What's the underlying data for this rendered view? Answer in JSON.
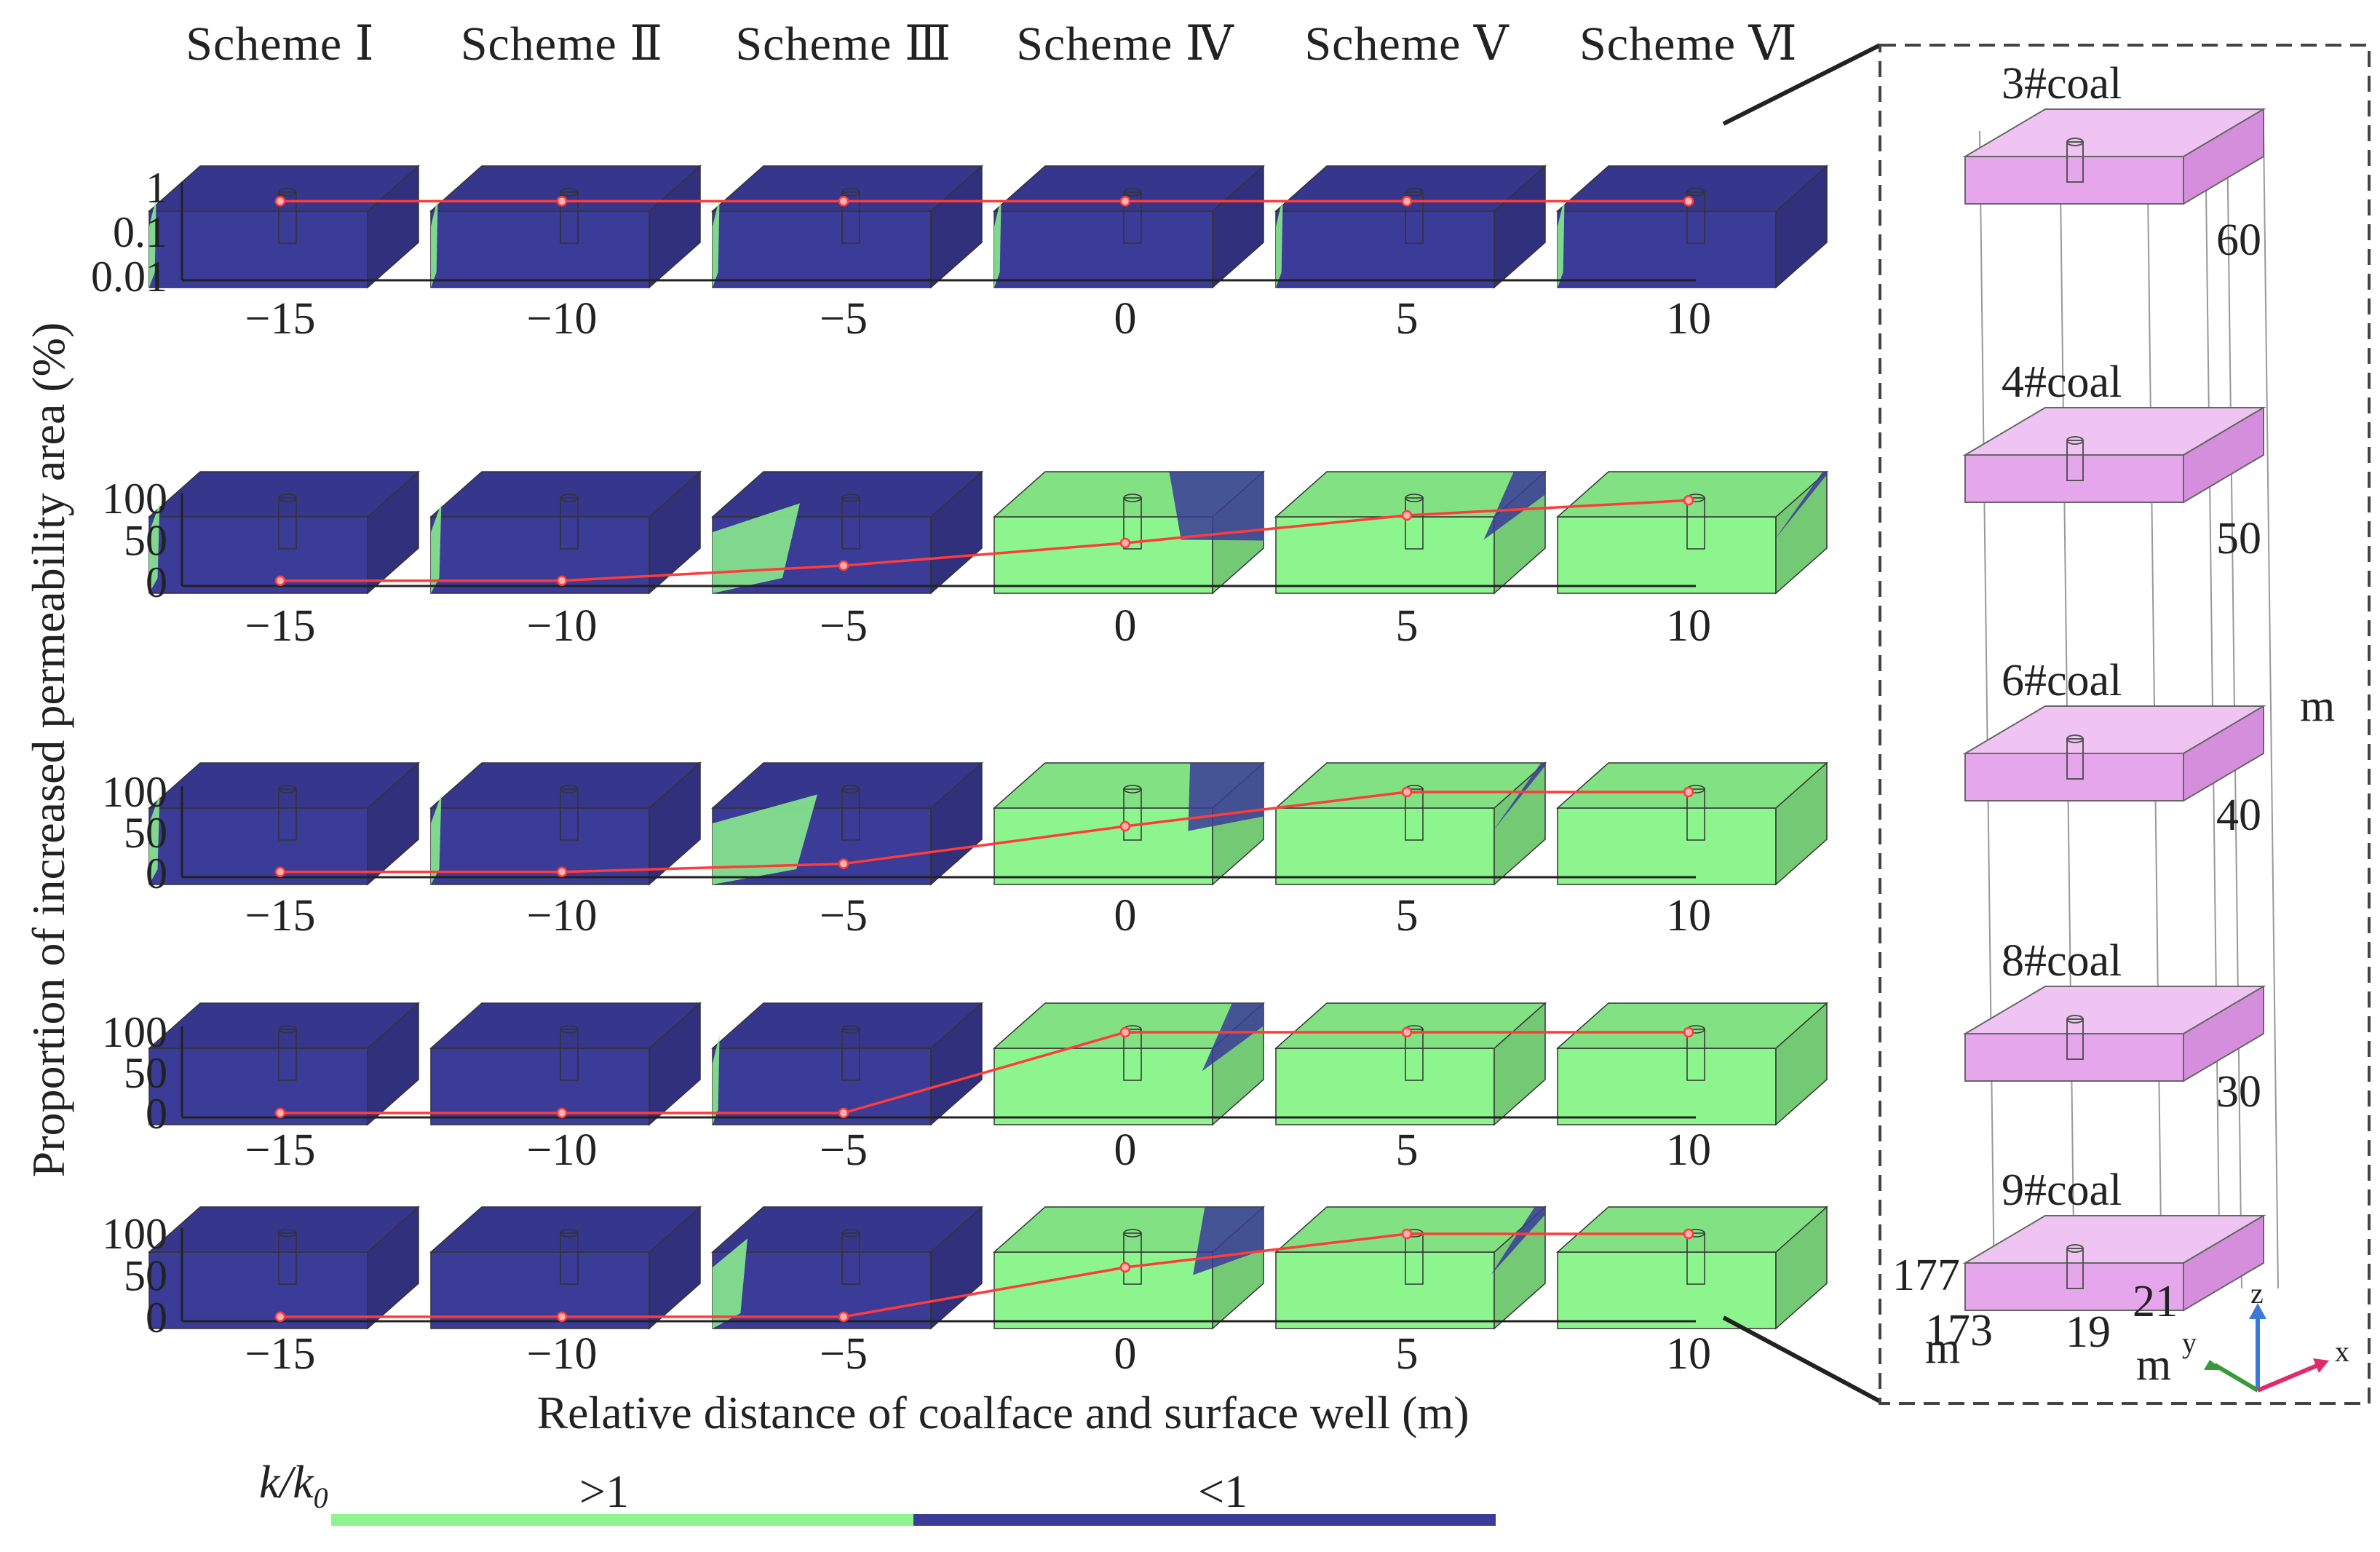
{
  "chart_data": {
    "type": "line",
    "schemes": [
      "Scheme Ⅰ",
      "Scheme Ⅱ",
      "Scheme Ⅲ",
      "Scheme Ⅳ",
      "Scheme Ⅴ",
      "Scheme Ⅵ"
    ],
    "x": [
      -15,
      -10,
      -5,
      0,
      5,
      10
    ],
    "x_tick_labels": [
      "−15",
      "−10",
      "−5",
      "0",
      "5",
      "10"
    ],
    "xlabel": "Relative distance of coalface and surface well (m)",
    "ylabel": "Proportion of increased permeability area (%)",
    "rows": [
      {
        "seam": "3#coal",
        "y_scale": "log",
        "ylim": [
          0.01,
          1
        ],
        "y_ticks": [
          "1",
          "0.1",
          "0.01"
        ],
        "values": [
          0.5,
          0.5,
          0.5,
          0.5,
          0.5,
          0.5
        ],
        "green_fraction": [
          0.02,
          0.02,
          0.02,
          0.02,
          0.02,
          0.02
        ]
      },
      {
        "seam": "4#coal",
        "y_scale": "linear",
        "ylim": [
          0,
          100
        ],
        "y_ticks": [
          "100",
          "50",
          "0"
        ],
        "values": [
          2,
          2,
          20,
          47,
          80,
          98
        ],
        "green_fraction": [
          0.03,
          0.03,
          0.25,
          0.55,
          0.85,
          0.98
        ]
      },
      {
        "seam": "6#coal",
        "y_scale": "linear",
        "ylim": [
          0,
          100
        ],
        "y_ticks": [
          "100",
          "50",
          "0"
        ],
        "values": [
          2,
          2,
          12,
          58,
          100,
          100
        ],
        "green_fraction": [
          0.03,
          0.03,
          0.3,
          0.65,
          0.98,
          1.0
        ]
      },
      {
        "seam": "8#coal",
        "y_scale": "linear",
        "ylim": [
          0,
          100
        ],
        "y_ticks": [
          "100",
          "50",
          "0"
        ],
        "values": [
          1,
          1,
          1,
          100,
          100,
          100
        ],
        "green_fraction": [
          0.0,
          0.0,
          0.02,
          0.85,
          1.0,
          1.0
        ]
      },
      {
        "seam": "9#coal",
        "y_scale": "linear",
        "ylim": [
          0,
          100
        ],
        "y_ticks": [
          "100",
          "50",
          "0"
        ],
        "values": [
          1,
          1,
          1,
          60,
          100,
          100
        ],
        "green_fraction": [
          0.0,
          0.0,
          0.1,
          0.72,
          0.95,
          1.0
        ]
      }
    ],
    "colors": {
      "increase": "#8df58d",
      "decrease": "#3b3b98",
      "line": "#ff3b3b",
      "seam_box": "#e6a6ec"
    },
    "legend": {
      "label": "k/k",
      "subscript": "0",
      "increase": ">1",
      "decrease": "<1"
    }
  },
  "model_panel": {
    "seams": [
      "3#coal",
      "4#coal",
      "6#coal",
      "8#coal",
      "9#coal"
    ],
    "height_ticks": [
      "60",
      "50",
      "40",
      "30"
    ],
    "height_unit": "m",
    "base_labels": {
      "a1": "177",
      "a2": "173",
      "a_unit": "m",
      "b1": "19",
      "b2": "21",
      "b_unit": "m"
    },
    "axes": {
      "x": "x",
      "y": "y",
      "z": "z"
    }
  }
}
